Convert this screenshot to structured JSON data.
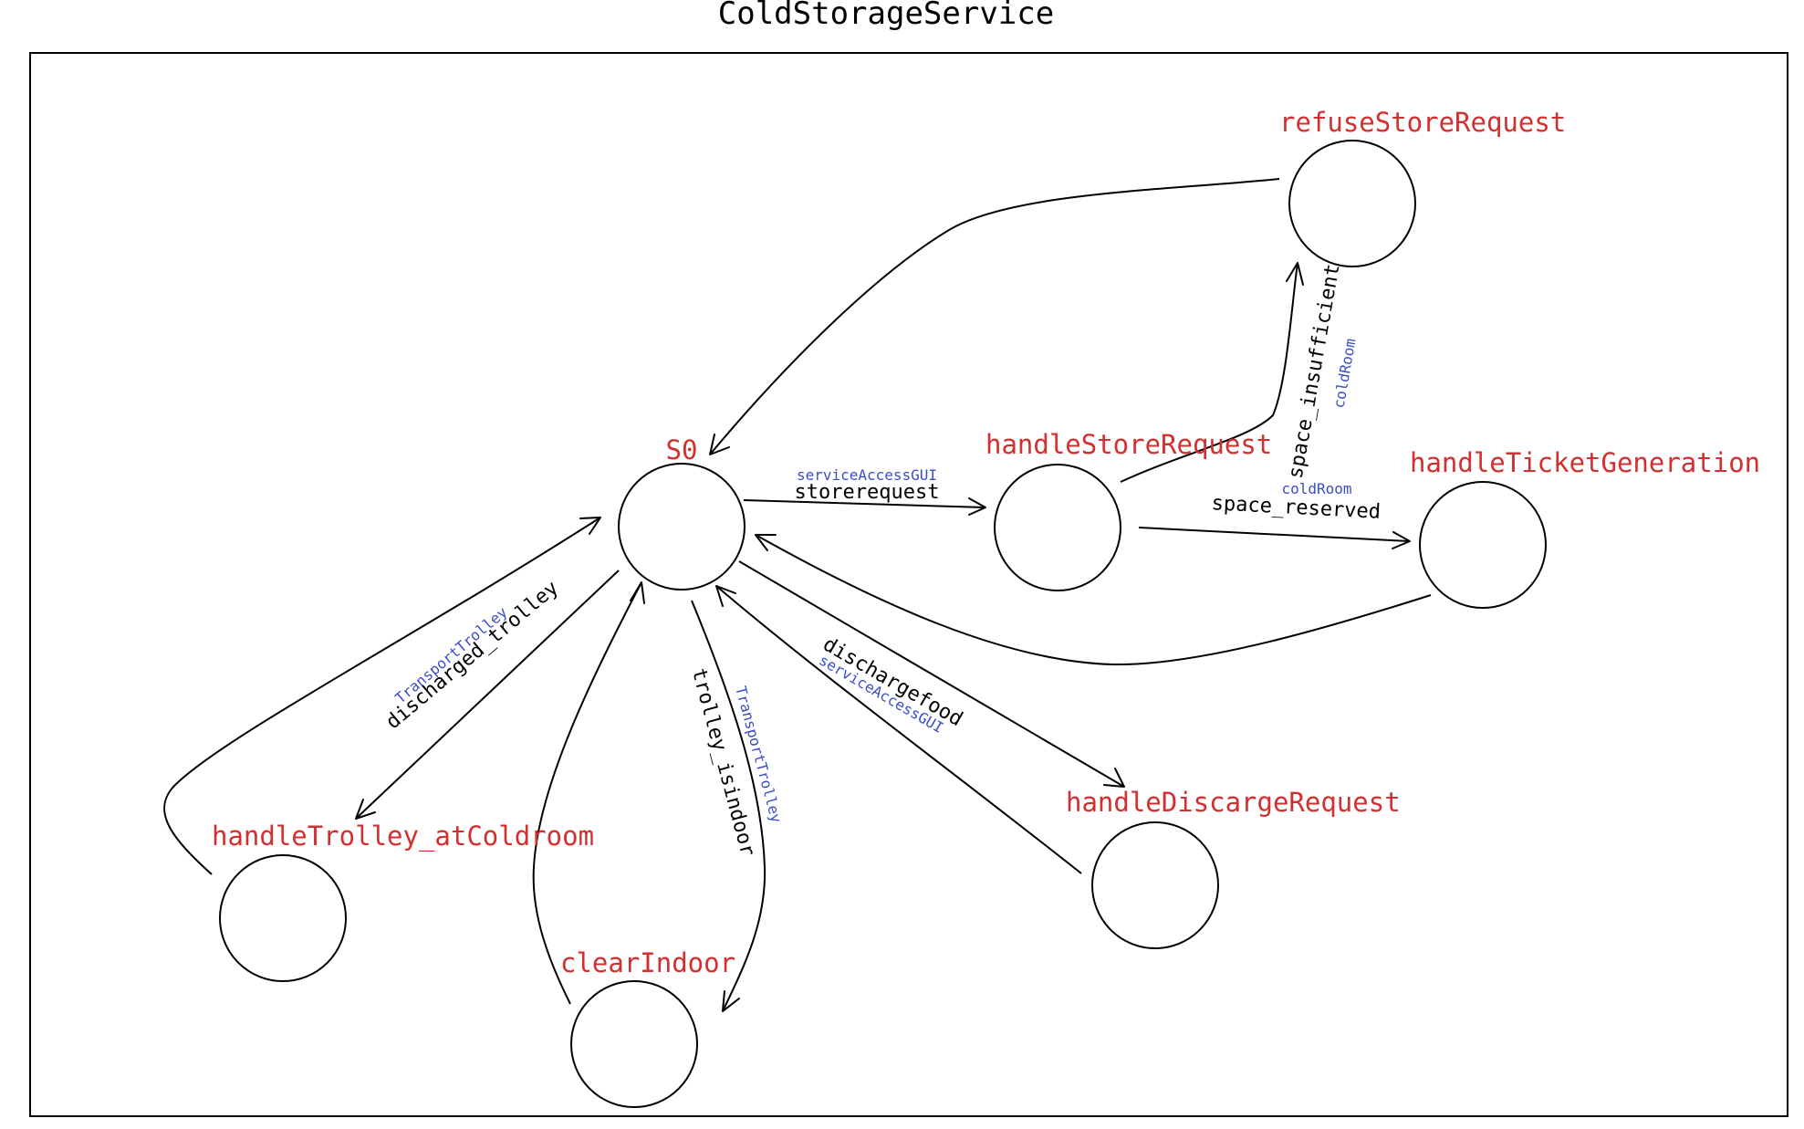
{
  "diagram": {
    "title": "ColdStorageService",
    "colors": {
      "state_label": "#d32f2f",
      "actor_label": "#3b4ec8",
      "line": "#000000"
    },
    "states": {
      "s0": "S0",
      "handle_store_request": "handleStoreRequest",
      "refuse_store_request": "refuseStoreRequest",
      "handle_ticket_generation": "handleTicketGeneration",
      "handle_discarge_request": "handleDiscargeRequest",
      "clear_indoor": "clearIndoor",
      "handle_trolley_at_coldroom": "handleTrolley_atColdroom"
    },
    "transitions": {
      "storerequest": {
        "message": "storerequest",
        "actor": "serviceAccessGUI"
      },
      "space_insufficient": {
        "message": "space_insufficient",
        "actor": "coldRoom"
      },
      "space_reserved": {
        "message": "space_reserved",
        "actor": "coldRoom"
      },
      "dischargefood": {
        "message": "dischargefood",
        "actor": "serviceAccessGUI"
      },
      "trolley_isindoor": {
        "message": "trolley_isindoor",
        "actor": "TransportTrolley"
      },
      "discharged_trolley": {
        "message": "discharged_trolley",
        "actor": "TransportTrolley"
      }
    }
  }
}
